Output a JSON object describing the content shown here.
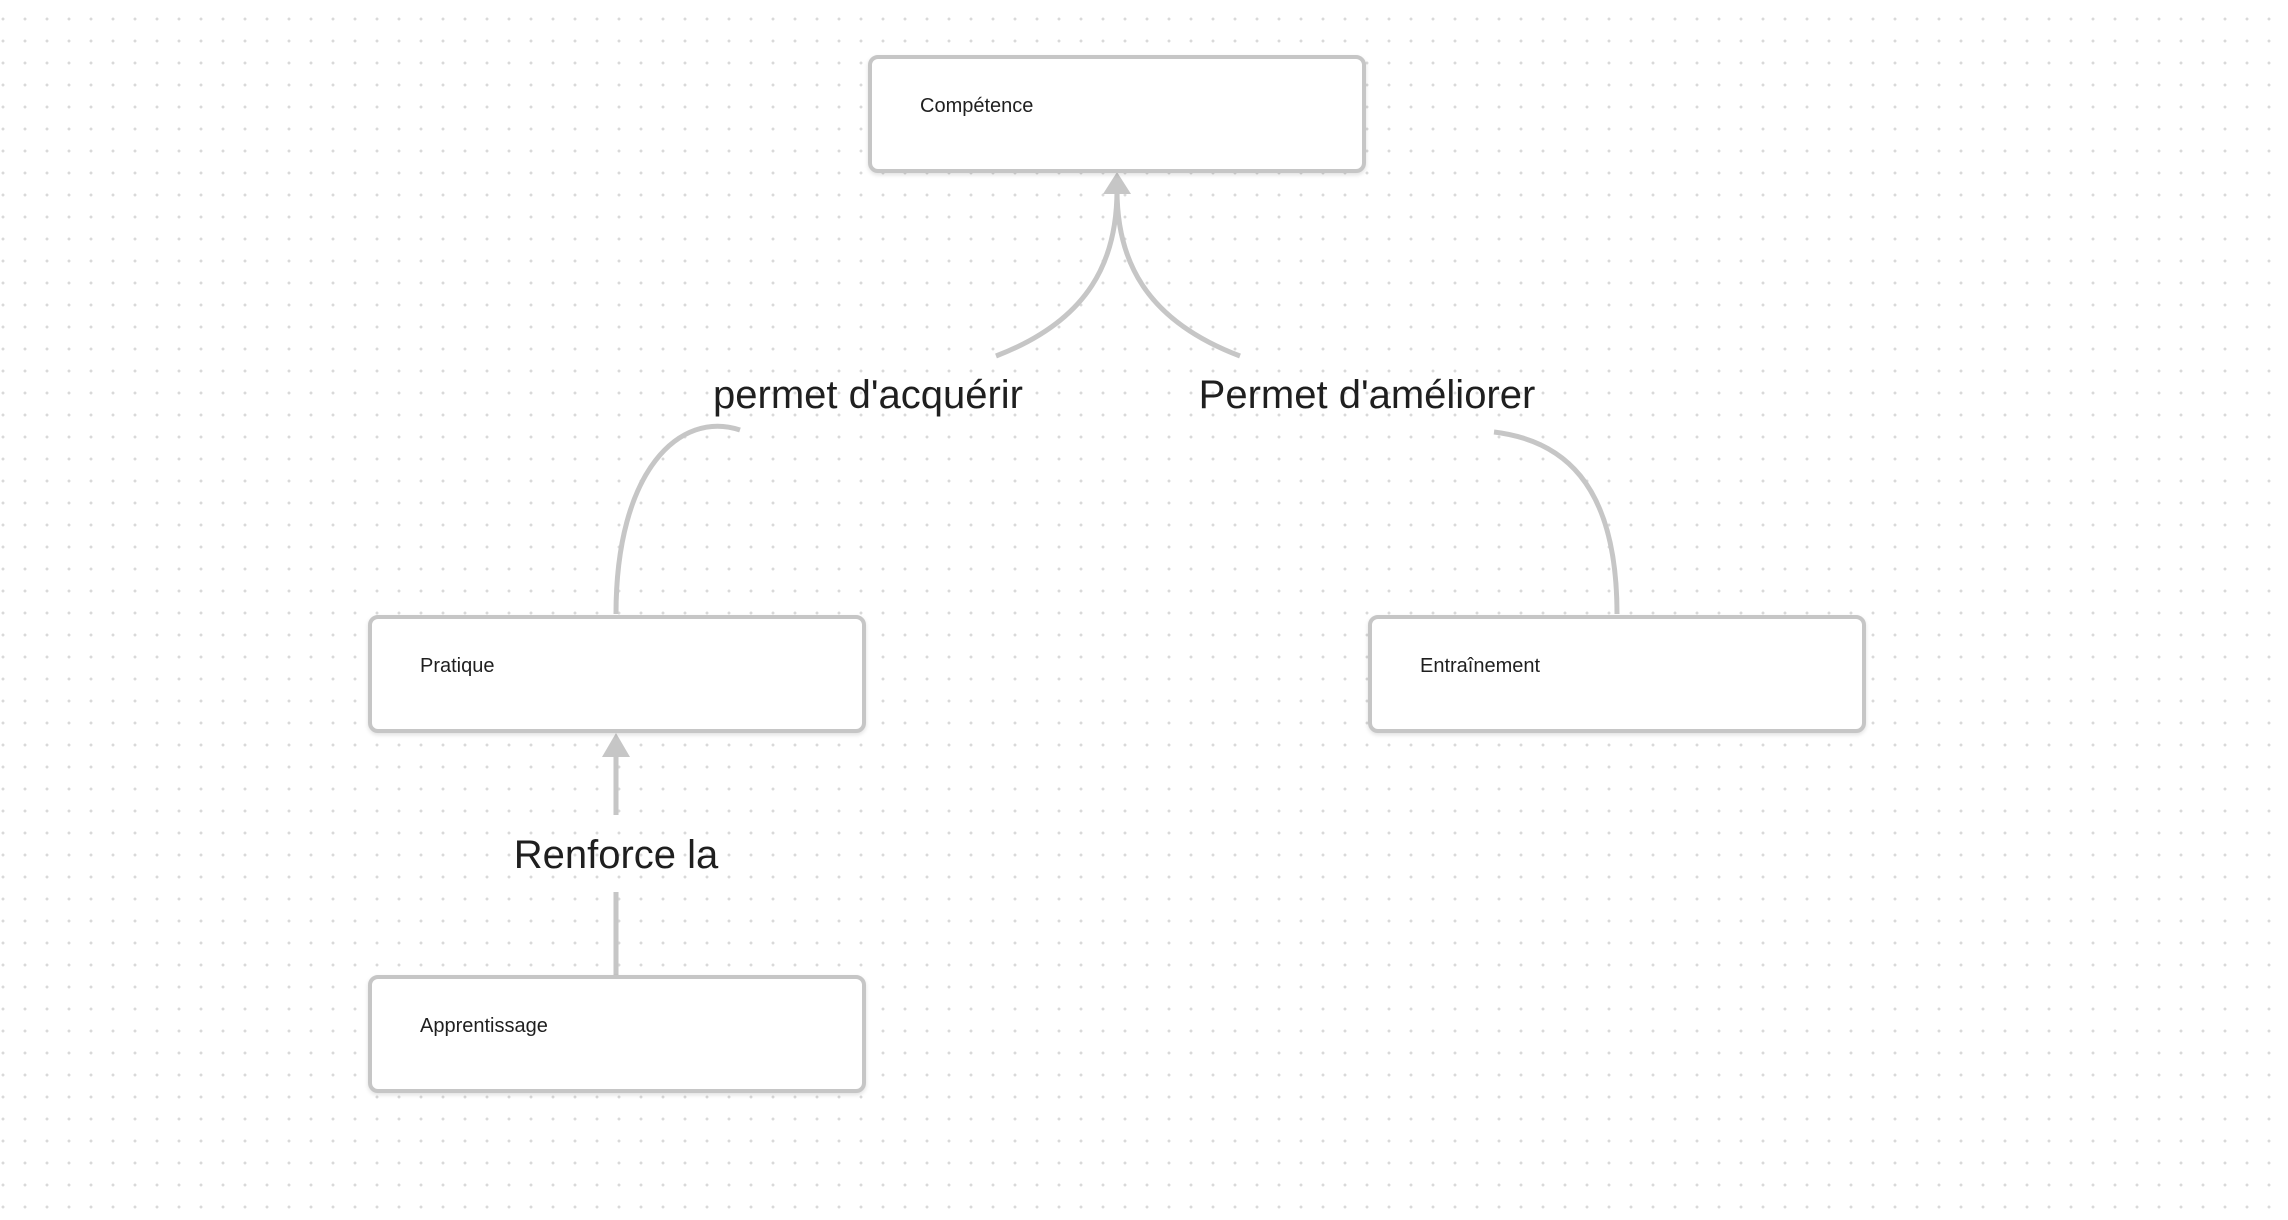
{
  "nodes": {
    "competence": "Compétence",
    "pratique": "Pratique",
    "entrainement": "Entraînement",
    "apprentissage": "Apprentissage"
  },
  "edges": {
    "pratique_to_competence": "permet d'acquérir",
    "entrainement_to_competence": "Permet d'améliorer",
    "apprentissage_to_pratique": "Renforce la"
  },
  "colors": {
    "canvas_background": "#ffffff",
    "grid_dot": "#d9d9d9",
    "connector": "#c6c6c6",
    "node_border": "#c6c6c6",
    "text": "#1f1f1f"
  }
}
